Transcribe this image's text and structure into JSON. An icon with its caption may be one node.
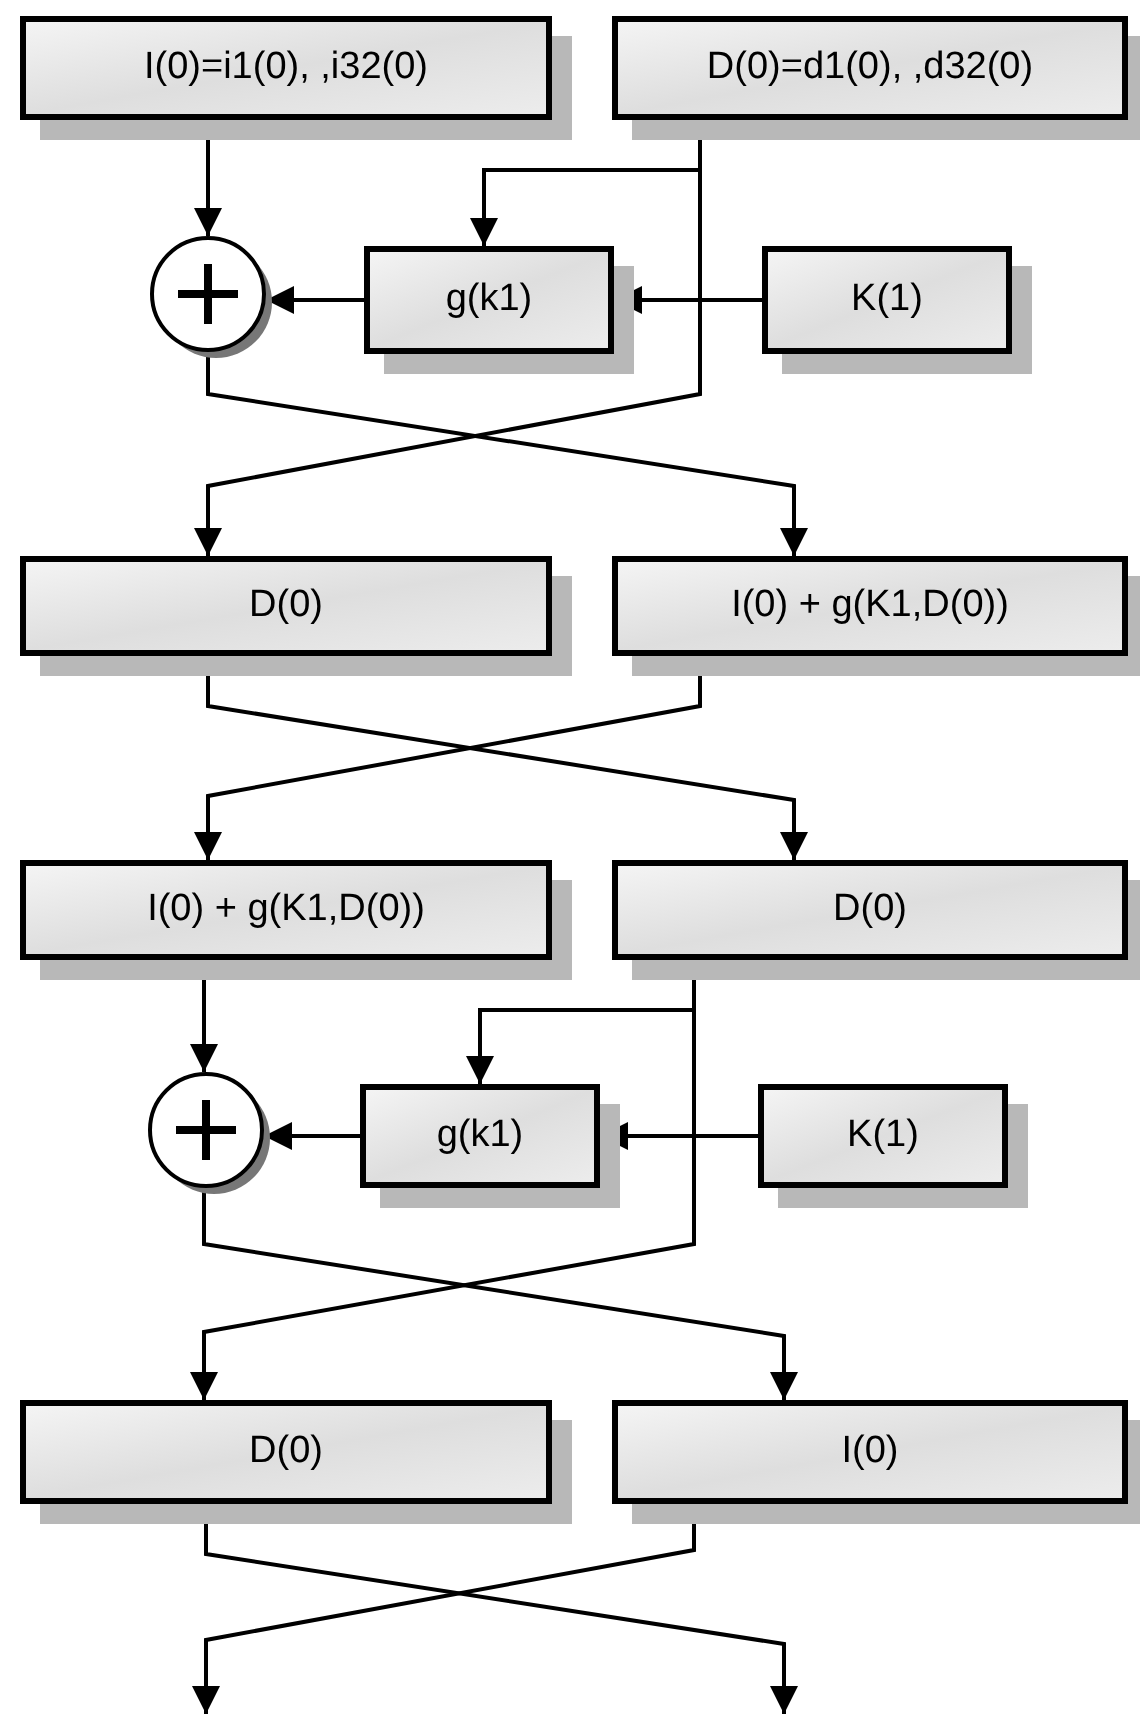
{
  "diagram": {
    "nodes": [
      {
        "text": [
          "I(0)=i1(0), ,i32(0)"
        ]
      },
      {
        "text": [
          "D(0)=d1(0), ,d32(0)"
        ]
      },
      {
        "text": [],
        "shape": "circle"
      },
      {
        "text": [
          "g(k1)"
        ]
      },
      {
        "text": [
          "K(1)"
        ]
      },
      {
        "text": [
          "D(0)"
        ]
      },
      {
        "text": [
          "I(0) + g(K1,D(0))"
        ]
      },
      {
        "text": [
          "I(0) + g(K1,D(0))"
        ]
      },
      {
        "text": [
          "D(0)"
        ]
      },
      {
        "text": [],
        "shape": "circle"
      },
      {
        "text": [
          "g(k1)"
        ]
      },
      {
        "text": [
          "K(1)"
        ]
      },
      {
        "text": [
          "D(0)"
        ]
      },
      {
        "text": [
          "I(0)"
        ]
      }
    ],
    "edges": [
      {
        "from": 0,
        "to": 2,
        "arrow": "to"
      },
      {
        "from": 1,
        "to": 3,
        "arrow": "to"
      },
      {
        "from": 1,
        "to": 5,
        "arrow": "to"
      },
      {
        "from": 4,
        "to": 3,
        "arrow": "to"
      },
      {
        "from": 3,
        "to": 2,
        "arrow": "to"
      },
      {
        "from": 2,
        "to": 6,
        "arrow": "to"
      },
      {
        "from": 5,
        "to": 8,
        "arrow": "to"
      },
      {
        "from": 6,
        "to": 7,
        "arrow": "to"
      },
      {
        "from": 7,
        "to": 9,
        "arrow": "to"
      },
      {
        "from": 8,
        "to": 10,
        "arrow": "to"
      },
      {
        "from": 8,
        "to": 12,
        "arrow": "to"
      },
      {
        "from": 11,
        "to": 10,
        "arrow": "to"
      },
      {
        "from": 10,
        "to": 9,
        "arrow": "to"
      },
      {
        "from": 9,
        "to": 13,
        "arrow": "to"
      },
      {
        "from": 12,
        "to": null,
        "arrow": "to"
      },
      {
        "from": 13,
        "to": null,
        "arrow": "to"
      }
    ]
  }
}
